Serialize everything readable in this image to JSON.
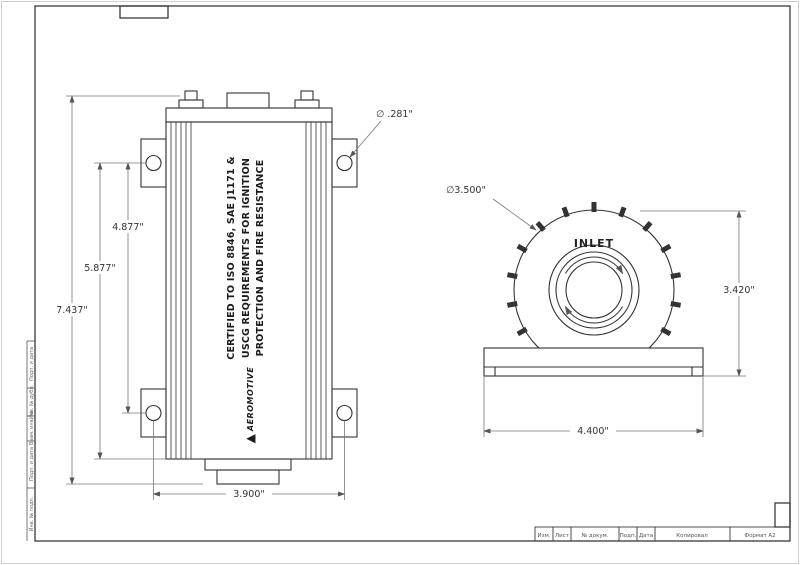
{
  "front_view": {
    "cert": [
      "CERTIFIED TO ISO 8846, SAE J1171 &",
      "USCG REQUIREMENTS FOR IGNITION",
      "PROTECTION AND FIRE RESISTANCE"
    ],
    "logo_icon": "▲",
    "brand": "AEROMOTIVE",
    "dims": {
      "overall": "7.437\"",
      "mid": "5.877\"",
      "holes_v": "4.877\"",
      "holes_h": "3.900\"",
      "hole_dia": "∅ .281\""
    }
  },
  "end_view": {
    "inlet": "INLET",
    "dims": {
      "dia": "∅3.500\"",
      "height": "3.420\"",
      "base": "4.400\""
    }
  },
  "frame": {
    "titleblock": {
      "c0": "Изм.",
      "c1": "Лист",
      "c2": "№ докум.",
      "c3": "Подп.",
      "c4": "Дата",
      "copied": "Копировал",
      "format": "Формат A2"
    },
    "side": [
      "Подп. и дата",
      "Инв. № дубл.",
      "Взам. инв. №",
      "Подп. и дата",
      "Инв. № подл."
    ]
  }
}
